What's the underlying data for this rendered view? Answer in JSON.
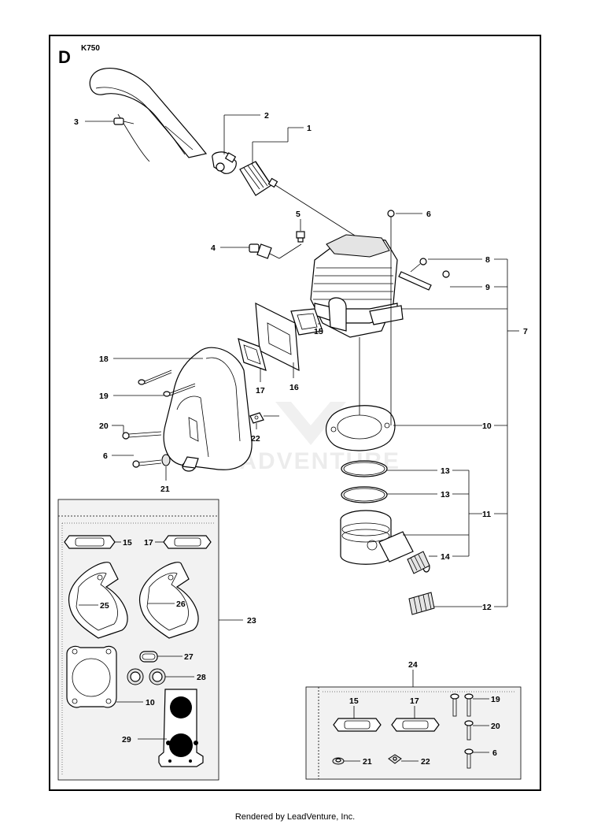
{
  "section_letter": "D",
  "model": "K750",
  "watermark": "LEADVENTURE",
  "footer": "Rendered by LeadVenture, Inc.",
  "callouts": {
    "c1": "1",
    "c2": "2",
    "c3": "3",
    "c4": "4",
    "c5": "5",
    "c6a": "6",
    "c7": "7",
    "c8": "8",
    "c9": "9",
    "c10": "10",
    "c11": "11",
    "c12": "12",
    "c13a": "13",
    "c13b": "13",
    "c14": "14",
    "c15": "15",
    "c16": "16",
    "c17": "17",
    "c18": "18",
    "c19": "19",
    "c20": "20",
    "c6b": "6",
    "c21": "21",
    "c22": "22",
    "c23": "23"
  },
  "gasket_kit": {
    "c15": "15",
    "c17": "17",
    "c25": "25",
    "c26": "26",
    "c27": "27",
    "c28": "28",
    "c10": "10",
    "c29": "29"
  },
  "hardware_kit": {
    "c24": "24",
    "c15": "15",
    "c17": "17",
    "c19": "19",
    "c20": "20",
    "c6": "6",
    "c21": "21",
    "c22": "22"
  }
}
